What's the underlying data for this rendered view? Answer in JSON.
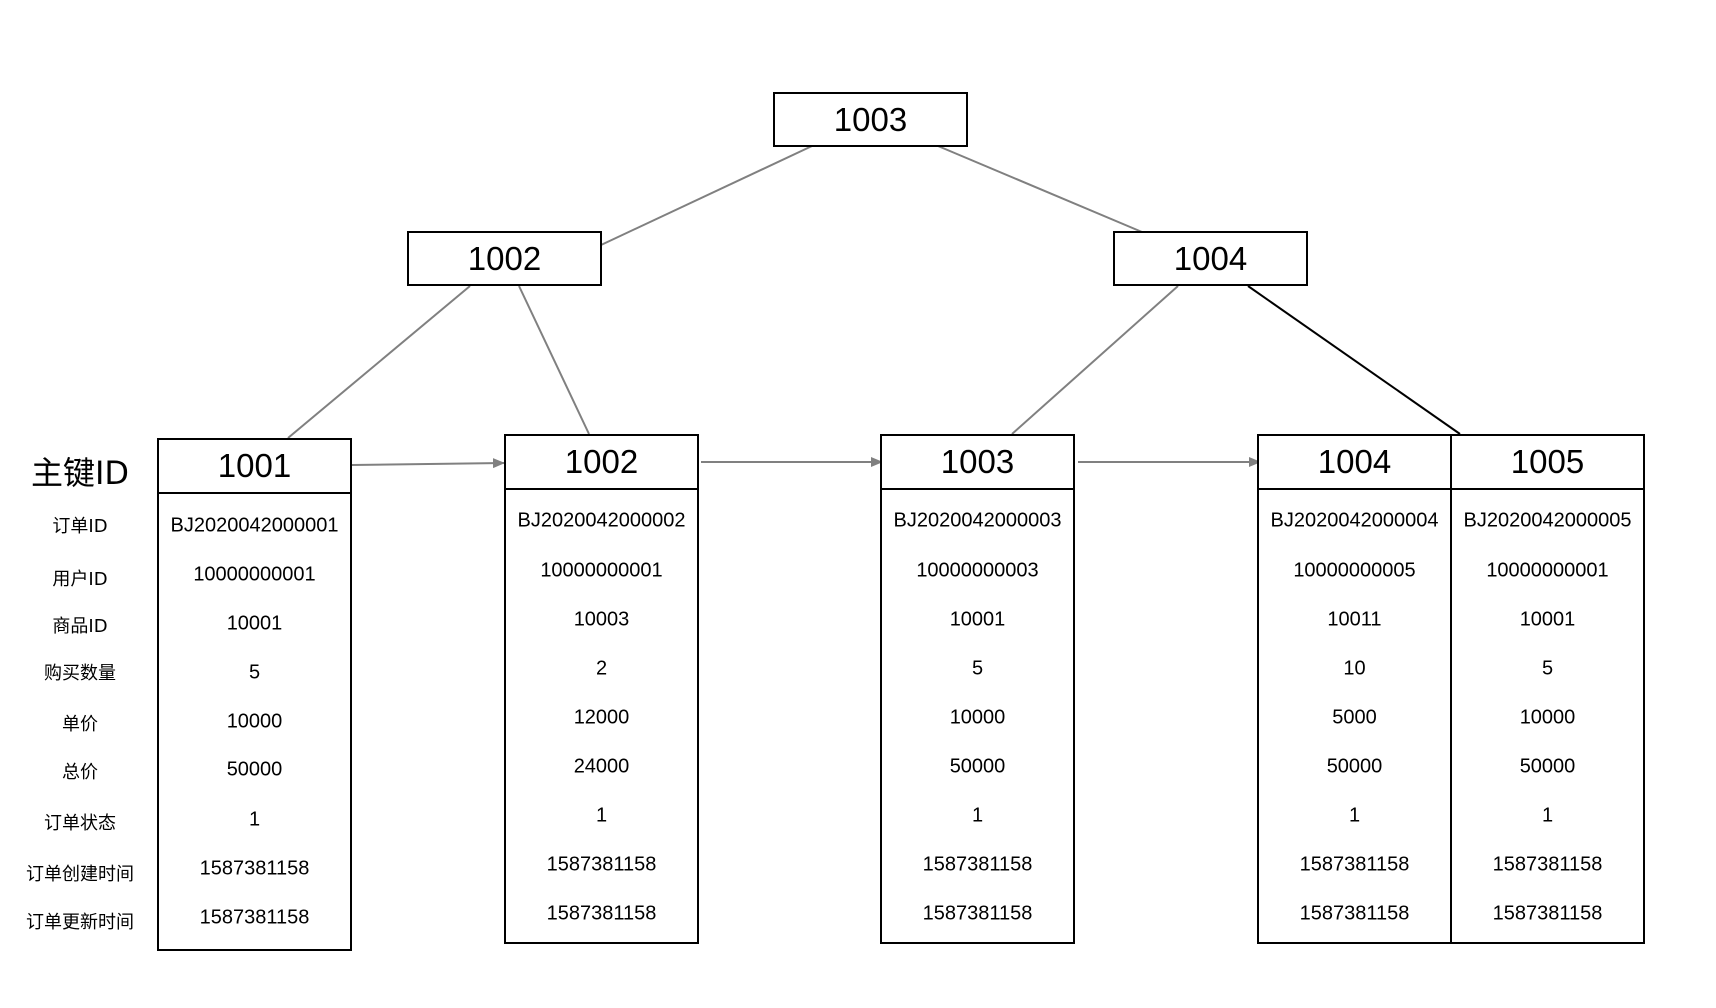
{
  "row_labels": {
    "primary_key": "主键ID",
    "fields": [
      "订单ID",
      "用户ID",
      "商品ID",
      "购买数量",
      "单价",
      "总价",
      "订单状态",
      "订单创建时间",
      "订单更新时间"
    ]
  },
  "internal_nodes": {
    "root": "1003",
    "left": "1002",
    "right": "1004"
  },
  "leaves": [
    {
      "key": "1001",
      "values": [
        "BJ2020042000001",
        "10000000001",
        "10001",
        "5",
        "10000",
        "50000",
        "1",
        "1587381158",
        "1587381158"
      ]
    },
    {
      "key": "1002",
      "values": [
        "BJ2020042000002",
        "10000000001",
        "10003",
        "2",
        "12000",
        "24000",
        "1",
        "1587381158",
        "1587381158"
      ]
    },
    {
      "key": "1003",
      "values": [
        "BJ2020042000003",
        "10000000003",
        "10001",
        "5",
        "10000",
        "50000",
        "1",
        "1587381158",
        "1587381158"
      ]
    },
    {
      "key": "1004",
      "values": [
        "BJ2020042000004",
        "10000000005",
        "10011",
        "10",
        "5000",
        "50000",
        "1",
        "1587381158",
        "1587381158"
      ]
    },
    {
      "key": "1005",
      "values": [
        "BJ2020042000005",
        "10000000001",
        "10001",
        "5",
        "10000",
        "50000",
        "1",
        "1587381158",
        "1587381158"
      ]
    }
  ],
  "colors": {
    "edge": "#808080",
    "edge_dark": "#000000",
    "border": "#000000"
  }
}
